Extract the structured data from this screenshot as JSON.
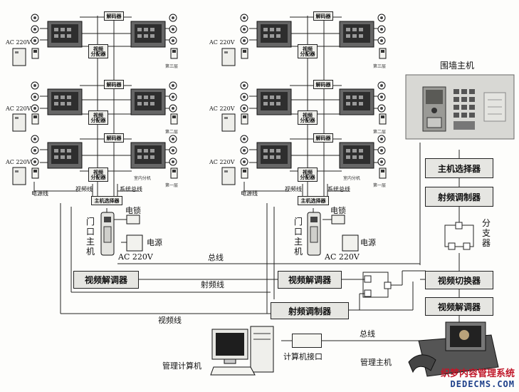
{
  "title": "围墙主机",
  "decoder": "解码器",
  "video_splitter": "视频\n分配器",
  "host_selector": "主机选择器",
  "rf_modulator": "射频调制器",
  "video_demodulator": "视频解调器",
  "video_switcher": "视频切换器",
  "branch": "分支器",
  "computer_interface": "计算机接口",
  "management_pc": "管理计算机",
  "management_host": "管理主机",
  "door_host": "门口主机",
  "electric_lock": "电锁",
  "power": "电源",
  "ac": "AC 220V",
  "power_line": "电源线",
  "video_line": "视频线",
  "system_bus": "系统总线",
  "indoor_unit": "室内分机",
  "bus": "总线",
  "rf_line": "射频线",
  "floors": [
    "第一层",
    "第二层",
    "第三层"
  ],
  "watermark": {
    "cn": "织梦内容管理系统",
    "en": "DEDECMS.COM"
  }
}
